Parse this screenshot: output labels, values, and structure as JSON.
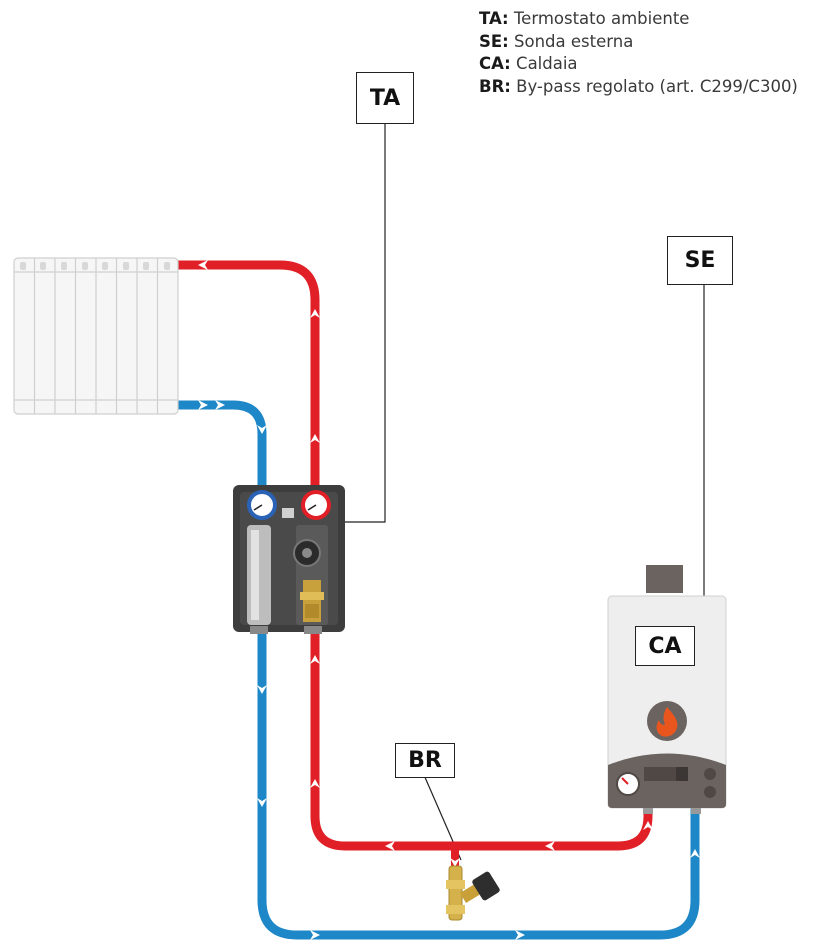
{
  "legend": [
    {
      "key": "TA:",
      "text": "Termostato ambiente"
    },
    {
      "key": "SE:",
      "text": "Sonda esterna"
    },
    {
      "key": "CA:",
      "text": "Caldaia"
    },
    {
      "key": "BR:",
      "text": "By-pass regolato (art. C299/C300)"
    }
  ],
  "tags": {
    "ta": "TA",
    "se": "SE",
    "ca": "CA",
    "br": "BR"
  },
  "colors": {
    "supply_pipe": "#e11f26",
    "return_pipe": "#1e87c8",
    "boiler_body": "#eeeeee",
    "boiler_panel": "#6b6360",
    "pump_group": "#3d3d3d",
    "valve_brass": "#d4b14a",
    "flame": "#e8561e"
  },
  "icons": [
    "radiator-icon",
    "pump-group-icon",
    "boiler-icon",
    "flame-icon",
    "bypass-valve-icon",
    "thermometer-gauge-icon"
  ]
}
